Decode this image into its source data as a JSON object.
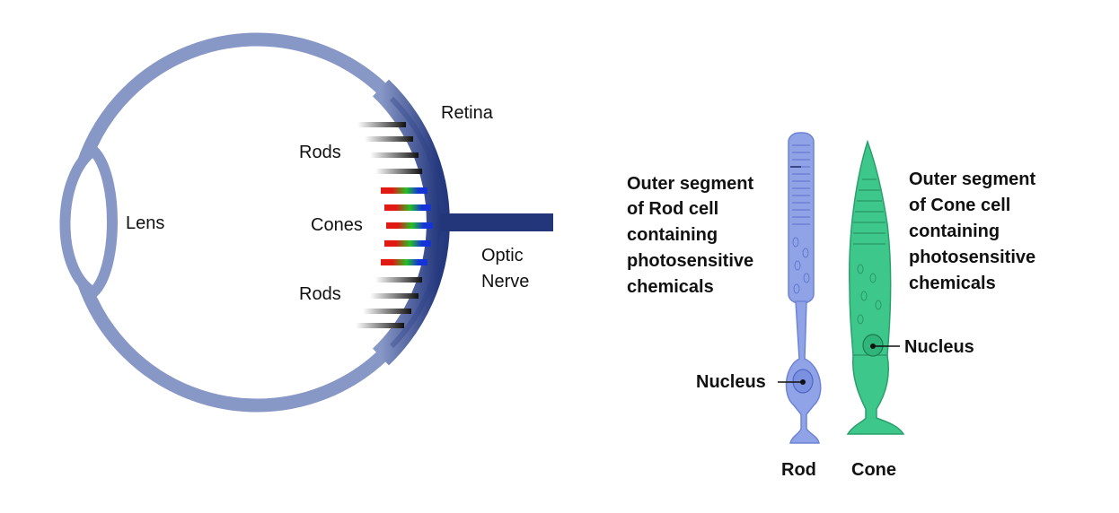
{
  "eye": {
    "labels": {
      "lens": "Lens",
      "retina": "Retina",
      "rods_top": "Rods",
      "cones": "Cones",
      "rods_bottom": "Rods",
      "optic_nerve_line1": "Optic",
      "optic_nerve_line2": "Nerve"
    },
    "cone_colors": [
      "#e01a12",
      "#22c222",
      "#1434d8"
    ]
  },
  "cells": {
    "rod": {
      "outer_segment_lines": [
        "Outer segment",
        "of Rod cell",
        "containing",
        "photosensitive",
        "chemicals"
      ],
      "nucleus": "Nucleus",
      "name": "Rod",
      "color": "#8fa3e6"
    },
    "cone": {
      "outer_segment_lines": [
        "Outer segment",
        "of Cone cell",
        "containing",
        "photosensitive",
        "chemicals"
      ],
      "nucleus": "Nucleus",
      "name": "Cone",
      "color": "#3ec78a"
    }
  },
  "colors": {
    "eyeball": "#8797c6",
    "retina": "#2b3f86",
    "optic_nerve": "#24367a"
  }
}
